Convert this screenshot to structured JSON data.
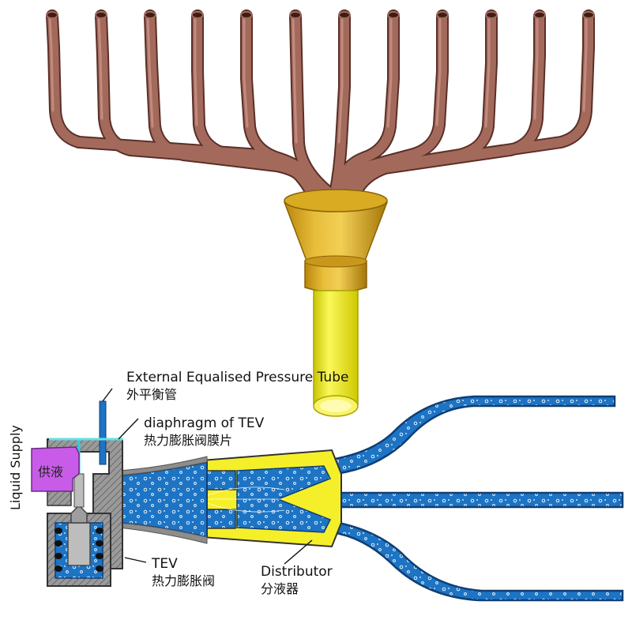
{
  "labels": {
    "external_tube_en": "External Equalised Pressure Tube",
    "external_tube_zh": "外平衡管",
    "diaphragm_en": "diaphragm of TEV",
    "diaphragm_zh": "热力膨胀阀膜片",
    "liquid_supply_en": "Liquid Supply",
    "liquid_supply_zh": "供液",
    "tev_en": "TEV",
    "tev_zh": "热力膨胀阀",
    "distributor_en": "Distributor",
    "distributor_zh": "分液器"
  },
  "colors": {
    "copper_tube": "#8a5548",
    "distributor_body": "#d8a21a",
    "inlet_pipe": "#f2ee1a",
    "refrigerant_flow": "#1d74c4",
    "valve_body_hatch": "#888888",
    "liquid_supply_block": "#c85ce8",
    "distributor_section": "#f5ef2a"
  }
}
